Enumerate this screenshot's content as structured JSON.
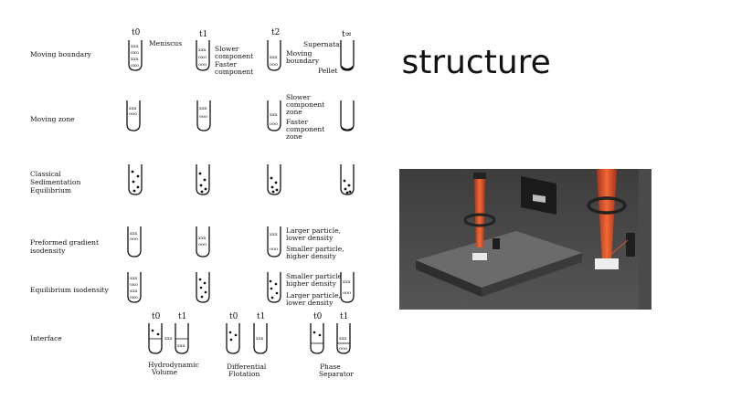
{
  "slide": {
    "title": "l structure"
  },
  "diagram": {
    "time_labels": [
      "t0",
      "t1",
      "t2",
      "t∞"
    ],
    "interface_time_labels": [
      "t0",
      "t1",
      "t0",
      "t1",
      "t0",
      "t1"
    ],
    "rows": [
      {
        "label_lines": [
          "Moving boundary"
        ]
      },
      {
        "label_lines": [
          "Moving zone"
        ]
      },
      {
        "label_lines": [
          "Classical",
          "Sedimentation",
          "Equilibrium"
        ]
      },
      {
        "label_lines": [
          "Preformed gradient",
          "isodensity"
        ]
      },
      {
        "label_lines": [
          "Equilibrium isodensity"
        ]
      },
      {
        "label_lines": [
          "Interface"
        ]
      }
    ],
    "annotations": {
      "meniscus": "Meniscus",
      "slower_component": [
        "Slower",
        "component"
      ],
      "faster_component": [
        "Faster",
        "component"
      ],
      "supernatant": "Supernatant",
      "moving_boundary": [
        "Moving",
        "boundary"
      ],
      "pellet": "Pellet",
      "slower_zone": [
        "Slower",
        "component",
        "zone"
      ],
      "faster_zone": [
        "Faster",
        "component",
        "zone"
      ],
      "larger_lower": [
        "Larger particle,",
        "lower density"
      ],
      "smaller_higher": [
        "Smaller particle,",
        "higher density"
      ],
      "smaller_higher_2": [
        "Smaller particle,",
        "higher density"
      ],
      "larger_lower_2": [
        "Larger particle,",
        "lower density"
      ]
    },
    "interface_captions": [
      [
        "Hydrodynamic",
        "Volume"
      ],
      [
        "Differential",
        "Flotation"
      ],
      [
        "Phase",
        "Separator"
      ]
    ]
  },
  "photo": {
    "icon": "microscope-render-image"
  }
}
